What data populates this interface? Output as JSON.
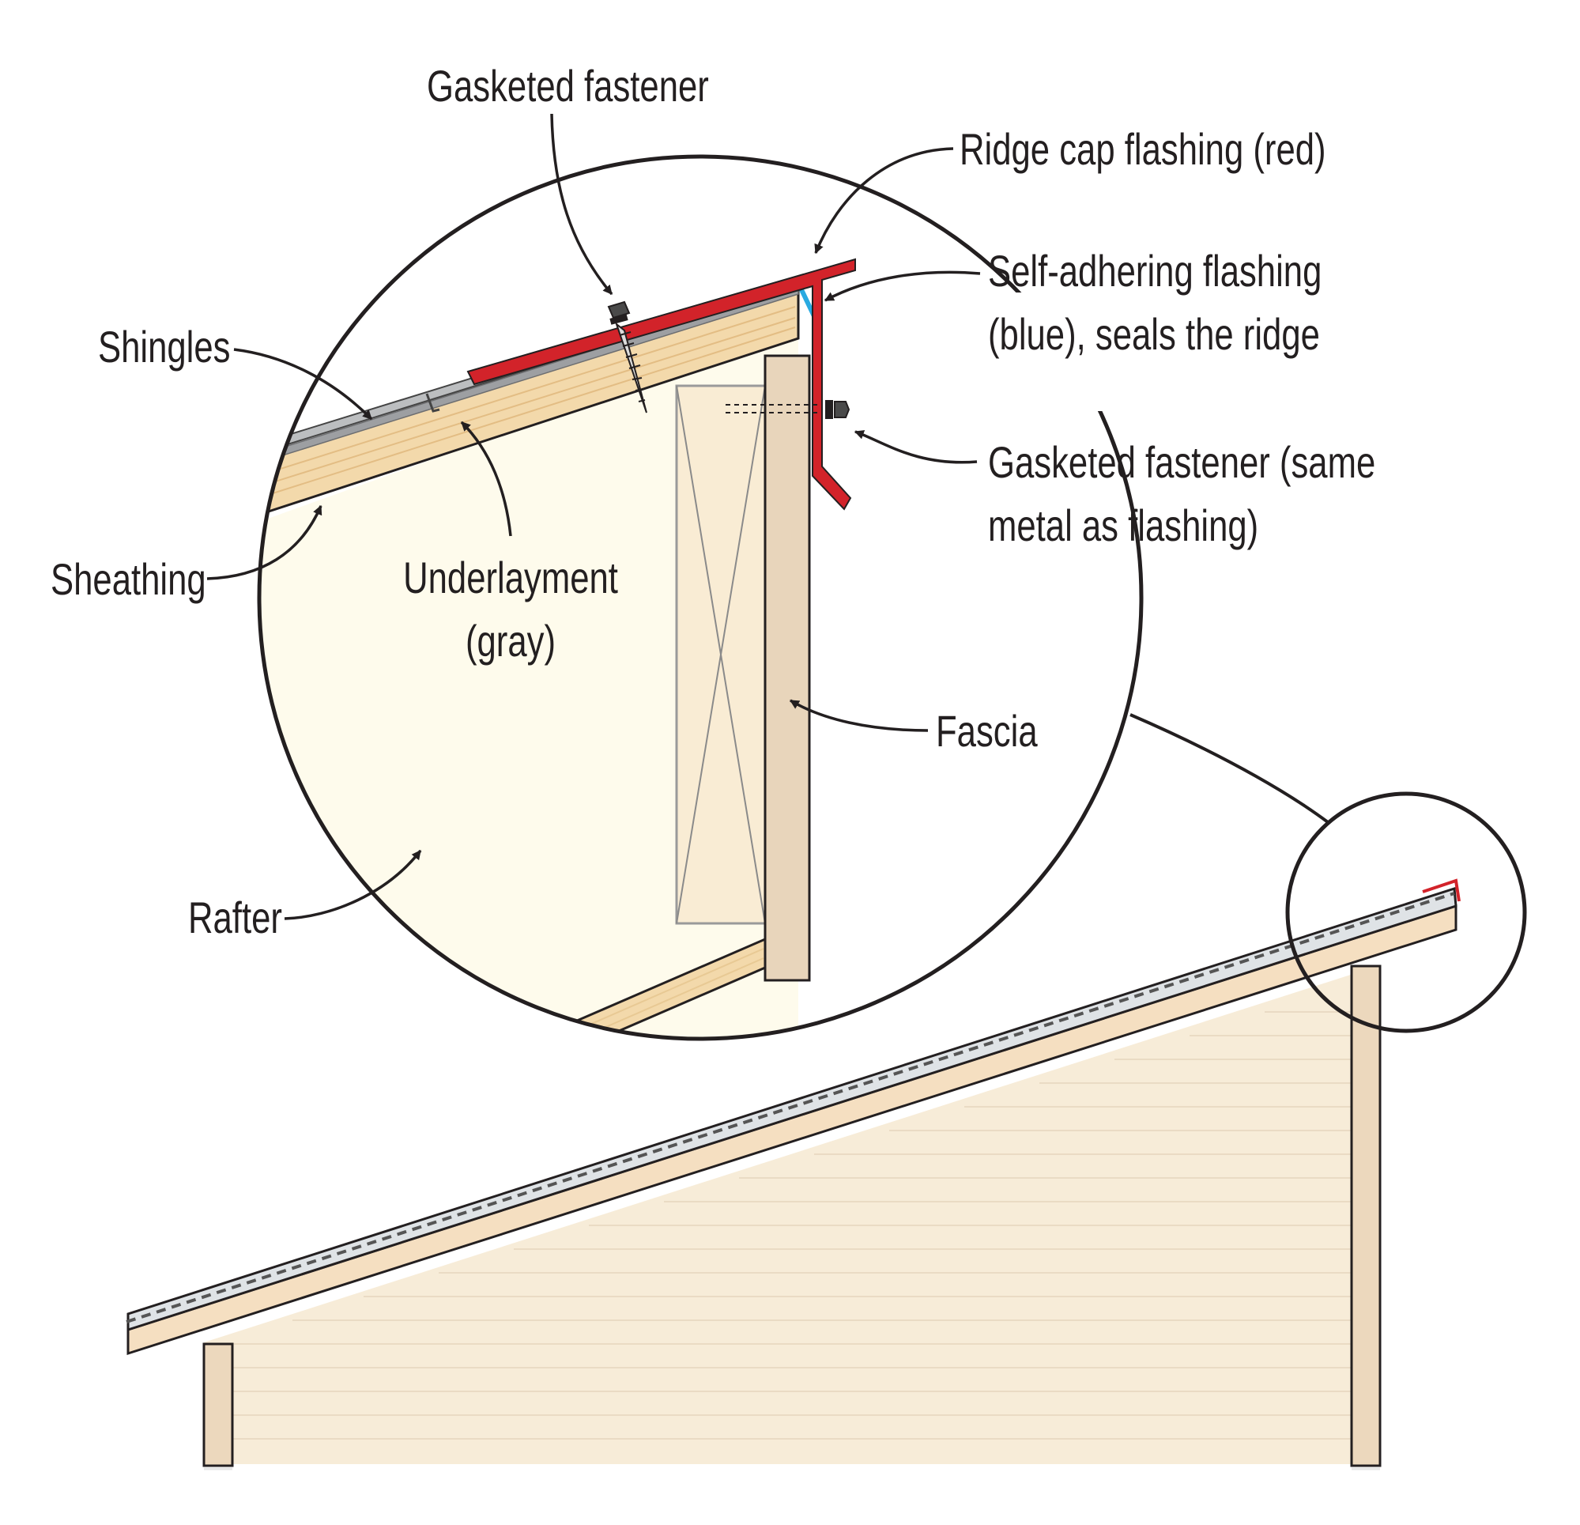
{
  "labels": {
    "gasketed_fastener_top": "Gasketed fastener",
    "ridge_cap_flashing": "Ridge cap flashing (red)",
    "self_adhering_line1": "Self-adhering flashing",
    "self_adhering_line2": "(blue), seals the ridge",
    "gasketed_fastener_side_line1": "Gasketed fastener (same",
    "gasketed_fastener_side_line2": "metal as flashing)",
    "shingles": "Shingles",
    "sheathing": "Sheathing",
    "underlayment_line1": "Underlayment",
    "underlayment_line2": "(gray)",
    "fascia": "Fascia",
    "rafter": "Rafter"
  },
  "colors": {
    "ridge_cap_flashing": "#d2232a",
    "self_adhering_flashing": "#29aae1",
    "underlayment": "#9d9fa2",
    "sheathing": "#f3d9ab",
    "rafter": "#fefbec",
    "fascia": "#e8d5bb",
    "wall": "#f7ecd8",
    "roof_surface": "#dfe3e6",
    "outline": "#231f20"
  }
}
